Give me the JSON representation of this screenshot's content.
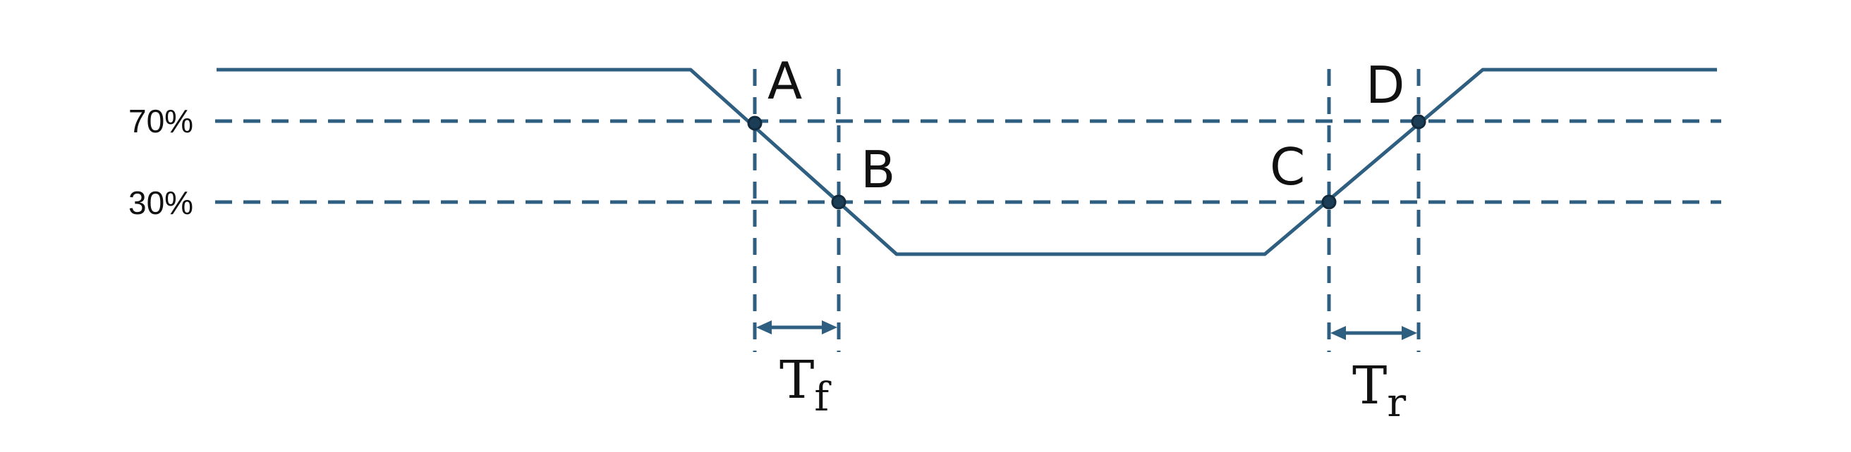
{
  "diagram": {
    "levels": [
      {
        "id": "high",
        "label": "70%"
      },
      {
        "id": "low",
        "label": "30%"
      }
    ],
    "points": [
      {
        "id": "A",
        "label": "A"
      },
      {
        "id": "B",
        "label": "B"
      },
      {
        "id": "C",
        "label": "C"
      },
      {
        "id": "D",
        "label": "D"
      }
    ],
    "intervals": [
      {
        "id": "fall",
        "label": "T",
        "sub": "f"
      },
      {
        "id": "rise",
        "label": "T",
        "sub": "r"
      }
    ],
    "colors": {
      "line": "#2f5f80",
      "point": "#1b3d55",
      "text": "#111111"
    }
  }
}
